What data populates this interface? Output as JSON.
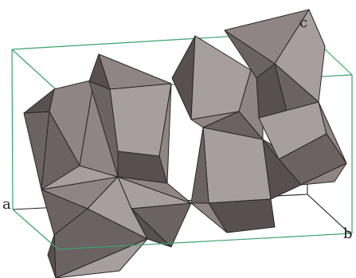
{
  "axes": {
    "a": "a",
    "b": "b",
    "c": "c"
  },
  "colors": {
    "cell_edge": "#3aa36b",
    "axis_line": "#222222",
    "face_light": "#a79e9f",
    "face_mid": "#8f8585",
    "face_dark": "#6b6262",
    "face_shadow": "#574f50",
    "polyhedron_edge": "#2c2627"
  }
}
